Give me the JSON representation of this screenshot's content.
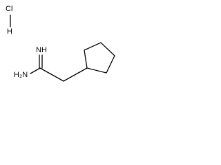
{
  "molecule": {
    "labels": {
      "chlorine": "Cl",
      "hydrogen": "H",
      "imine": "NH",
      "amine": "H₂N"
    }
  }
}
